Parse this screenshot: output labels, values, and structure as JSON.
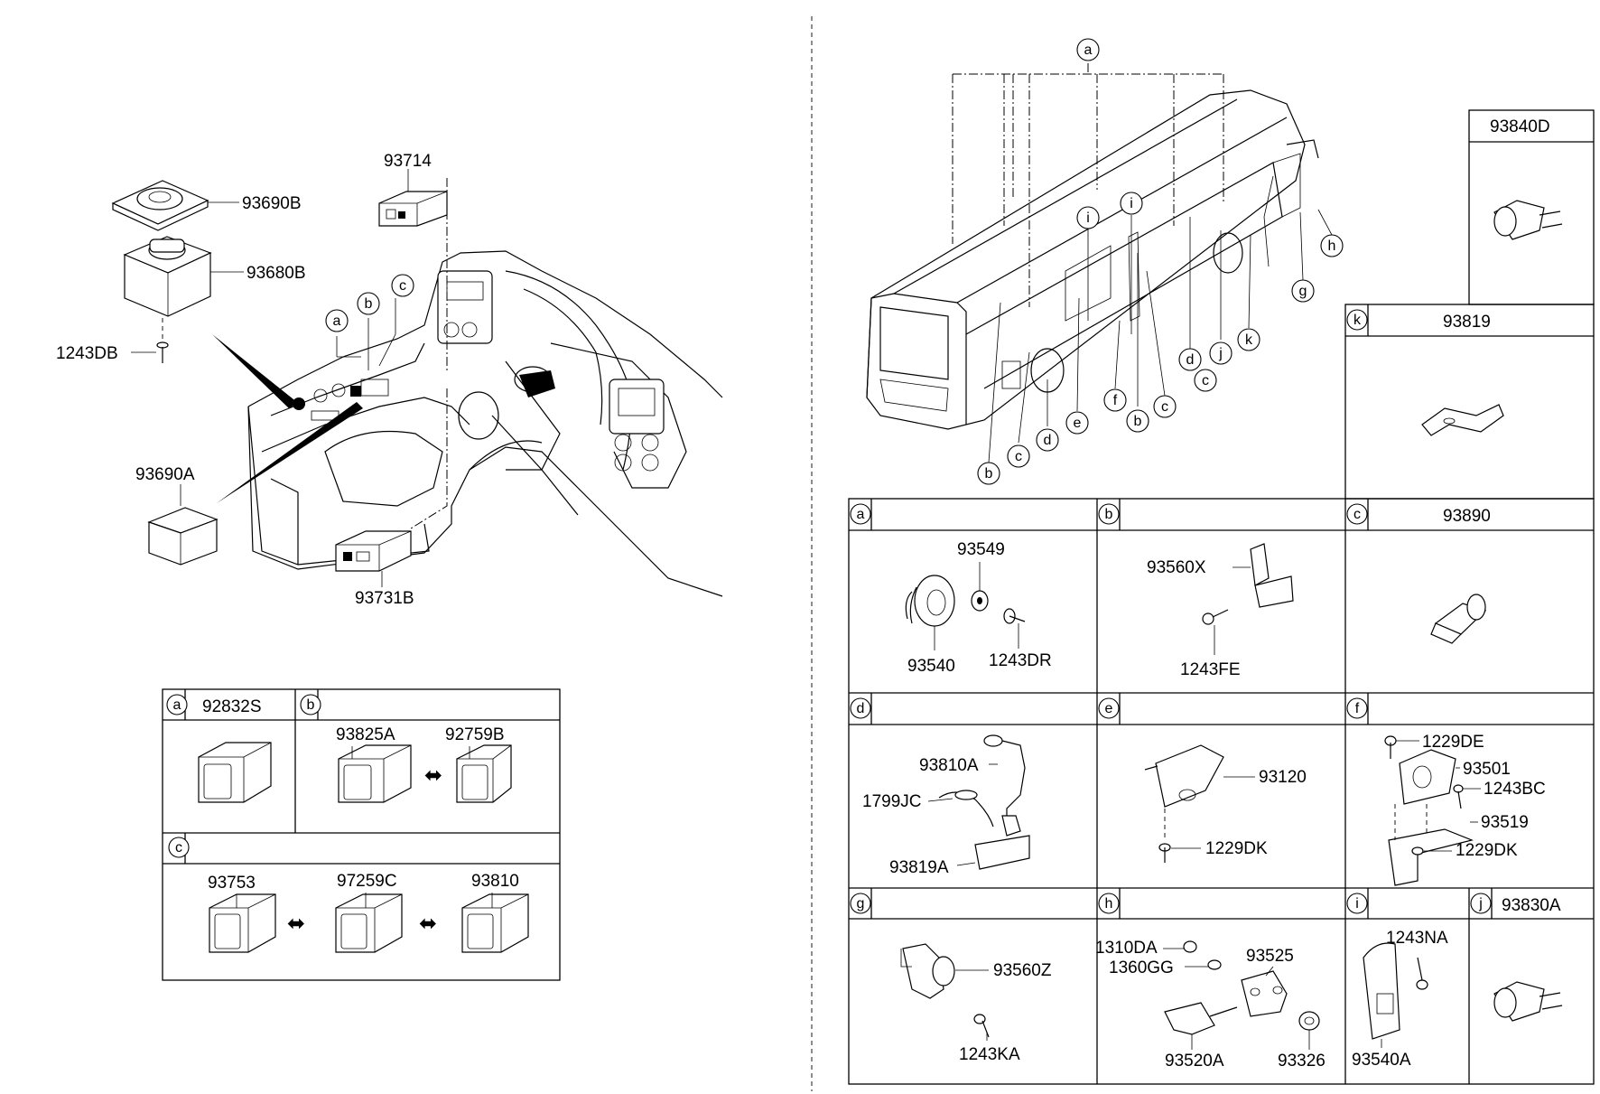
{
  "dashboard": {
    "labels": {
      "l93690B": "93690B",
      "l93680B": "93680B",
      "l1243DB": "1243DB",
      "l93690A": "93690A",
      "l93714": "93714",
      "l93731B": "93731B"
    },
    "markers": {
      "a": "a",
      "b": "b",
      "c": "c"
    }
  },
  "switch_table": {
    "cell_a": {
      "letter": "a",
      "part": "92832S"
    },
    "cell_b": {
      "letter": "b",
      "part1": "93825A",
      "part2": "92759B"
    },
    "cell_c": {
      "letter": "c",
      "part1": "93753",
      "part2": "97259C",
      "part3": "93810"
    }
  },
  "bus": {
    "markers": {
      "top_a": "a",
      "i1": "i",
      "i2": "i",
      "b1": "b",
      "c1": "c",
      "d1": "d",
      "e1": "e",
      "f1": "f",
      "b2": "b",
      "c2": "c",
      "d2": "d",
      "c3": "c",
      "j1": "j",
      "k1": "k",
      "g1": "g",
      "h1": "h"
    }
  },
  "detail_grid": {
    "p93840D": {
      "part": "93840D"
    },
    "k": {
      "letter": "k",
      "part": "93819"
    },
    "a": {
      "letter": "a",
      "p1": "93549",
      "p2": "93540",
      "p3": "1243DR"
    },
    "b": {
      "letter": "b",
      "p1": "93560X",
      "p2": "1243FE"
    },
    "c": {
      "letter": "c",
      "part": "93890"
    },
    "d": {
      "letter": "d",
      "p1": "93810A",
      "p2": "1799JC",
      "p3": "93819A"
    },
    "e": {
      "letter": "e",
      "p1": "93120",
      "p2": "1229DK"
    },
    "f": {
      "letter": "f",
      "p1": "1229DE",
      "p2": "93501",
      "p3": "1243BC",
      "p4": "93519",
      "p5": "1229DK"
    },
    "g": {
      "letter": "g",
      "p1": "93560Z",
      "p2": "1243KA"
    },
    "h": {
      "letter": "h",
      "p1": "1310DA",
      "p2": "1360GG",
      "p3": "93525",
      "p4": "93520A",
      "p5": "93326"
    },
    "i": {
      "letter": "i",
      "p1": "1243NA",
      "p2": "93540A"
    },
    "j": {
      "letter": "j",
      "part": "93830A"
    }
  }
}
